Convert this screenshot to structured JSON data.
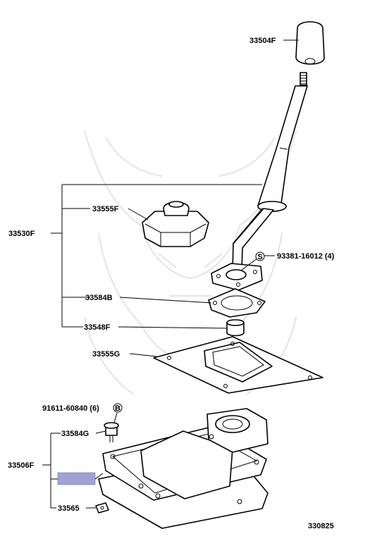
{
  "callouts": {
    "knob": "33504F",
    "lever_assy": "33530F",
    "boot": "33555F",
    "bolt": "93381-16012 (4)",
    "bolt_mark": "S",
    "retainer": "33584B",
    "bushing": "33548F",
    "seal": "33555G",
    "screw": "91611-60840 (6)",
    "screw_mark": "B",
    "cap": "33584G",
    "housing_assy": "33506F",
    "clip": "33565"
  },
  "diagram_code": "330825",
  "colors": {
    "highlight": "#9fa3d3",
    "watermark": "#e6e6e6"
  }
}
